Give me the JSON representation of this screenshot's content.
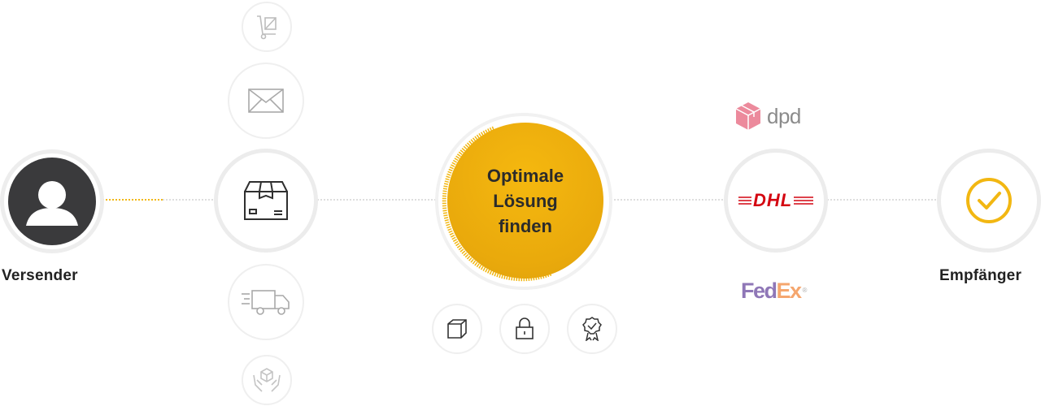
{
  "nodes": {
    "sender_label": "Versender",
    "recipient_label": "Empfänger",
    "center_line1": "Optimale",
    "center_line2": "Lösung",
    "center_line3": "finden"
  },
  "carriers": {
    "dpd": "dpd",
    "dhl": "DHL",
    "fedex_part1": "Fed",
    "fedex_part2": "Ex",
    "fedex_mark": "®"
  },
  "icons": [
    "hand-truck-icon",
    "envelope-icon",
    "package-box-icon",
    "delivery-truck-icon",
    "hands-package-icon",
    "box-icon",
    "lock-icon",
    "award-badge-icon",
    "user-icon",
    "check-icon"
  ],
  "colors": {
    "accent": "#f2b712",
    "dark": "#3a3a3c",
    "dhl_red": "#d40511",
    "fedex_purple": "#4d148c",
    "fedex_orange": "#ff6600",
    "dpd_pink": "#dc0032"
  }
}
